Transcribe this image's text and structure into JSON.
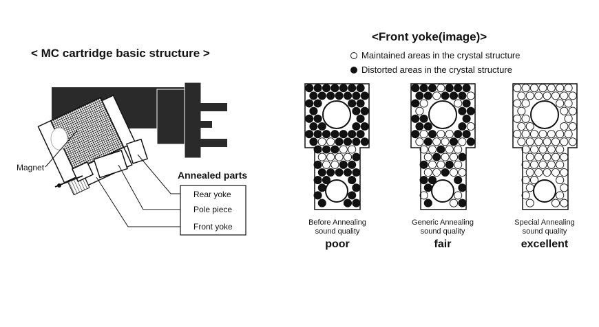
{
  "left": {
    "title": "< MC cartridge basic structure >",
    "magnet_label": "Magnet",
    "annealed_title": "Annealed parts",
    "parts": [
      "Rear yoke",
      "Pole piece",
      "Front yoke"
    ]
  },
  "right": {
    "title": "<Front yoke(image)>",
    "legend": {
      "maintained": "Maintained areas in the crystal structure",
      "distorted": "Distorted areas in the crystal structure"
    },
    "samples": [
      {
        "caption_line1": "Before Annealing",
        "caption_line2": "sound quality",
        "grade": "poor"
      },
      {
        "caption_line1": "Generic Annealing",
        "caption_line2": "sound quality",
        "grade": "fair"
      },
      {
        "caption_line1": "Special Annealing",
        "caption_line2": "sound quality",
        "grade": "excellent"
      }
    ]
  }
}
